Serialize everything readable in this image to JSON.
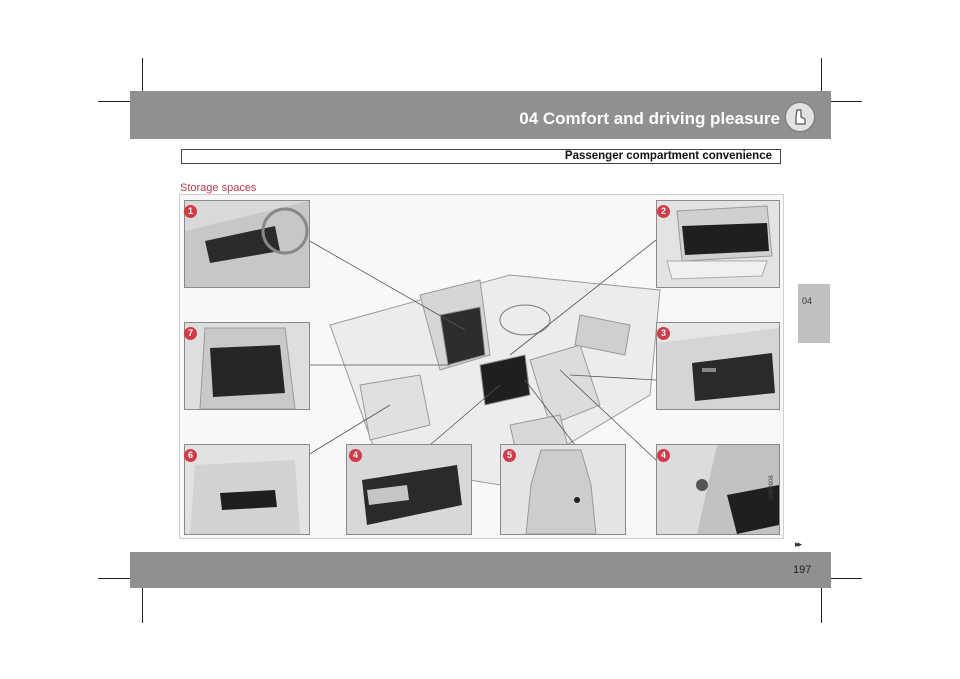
{
  "header": {
    "chapter_title": "04 Comfort and driving pleasure",
    "section_title": "Passenger compartment convenience"
  },
  "content": {
    "heading": "Storage spaces",
    "figure_code": "G008906",
    "callouts": [
      "1",
      "2",
      "7",
      "3",
      "6",
      "4",
      "5",
      "4"
    ]
  },
  "side_tab": {
    "label": "04"
  },
  "footer": {
    "page_number": "197",
    "next_marker": "▸▸"
  },
  "colors": {
    "band": "#8e9190",
    "accent": "#c0394a",
    "badge": "#d23b48"
  }
}
